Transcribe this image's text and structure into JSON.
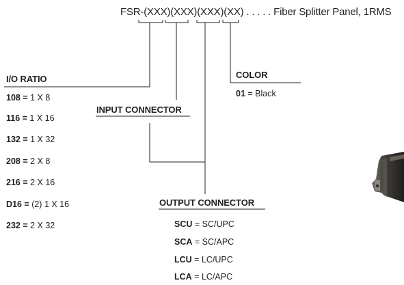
{
  "part_number": {
    "prefix": "FSR-",
    "segments": [
      "(XXX)",
      "(XXX)",
      "(XXX)",
      "(XX)"
    ],
    "leader": " . . . . . ",
    "description": "Fiber Splitter Panel, 1RMS"
  },
  "io_ratio": {
    "title": "I/O RATIO",
    "options": [
      {
        "code": "108",
        "eq": " = ",
        "value": "1 X 8"
      },
      {
        "code": "116",
        "eq": " = ",
        "value": "1 X 16"
      },
      {
        "code": "132",
        "eq": " = ",
        "value": "1 X 32"
      },
      {
        "code": "208",
        "eq": " = ",
        "value": "2 X 8"
      },
      {
        "code": "216",
        "eq": " = ",
        "value": "2 X 16"
      },
      {
        "code": "D16",
        "eq": " = ",
        "value": "(2) 1 X 16"
      },
      {
        "code": "232",
        "eq": " = ",
        "value": "2 X 32"
      }
    ]
  },
  "input_connector": {
    "title": "INPUT CONNECTOR"
  },
  "output_connector": {
    "title": "OUTPUT CONNECTOR",
    "options": [
      {
        "code": "SCU",
        "eq": " = ",
        "value": "SC/UPC"
      },
      {
        "code": "SCA",
        "eq": " = ",
        "value": "SC/APC"
      },
      {
        "code": "LCU",
        "eq": " = ",
        "value": "LC/UPC"
      },
      {
        "code": "LCA",
        "eq": " = ",
        "value": "LC/APC"
      }
    ]
  },
  "color": {
    "title": "COLOR",
    "options": [
      {
        "code": "01",
        "eq": " = ",
        "value": "Black"
      }
    ]
  }
}
